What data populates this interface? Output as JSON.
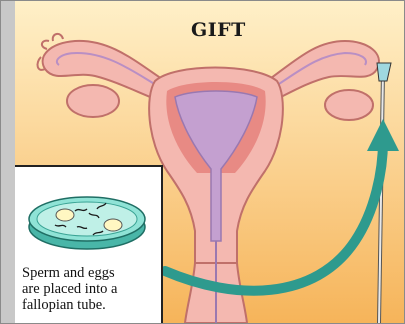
{
  "diagram": {
    "title": "GIFT",
    "caption_lines": [
      "Sperm and eggs",
      "are placed into a",
      "fallopian tube."
    ]
  },
  "colors": {
    "background_top": "#ffe2a8",
    "background_bottom": "#f7b960",
    "uterus": "#f4b8b0",
    "uterus_edge": "#c0706a",
    "lining": "#e87878",
    "cavity": "#b98fc4",
    "arrow": "#2e9a8e",
    "dish": "#6fd7c8"
  },
  "icons": [
    "petri-dish-icon",
    "egg-icon",
    "sperm-icon",
    "catheter-icon",
    "curved-arrow-icon"
  ]
}
